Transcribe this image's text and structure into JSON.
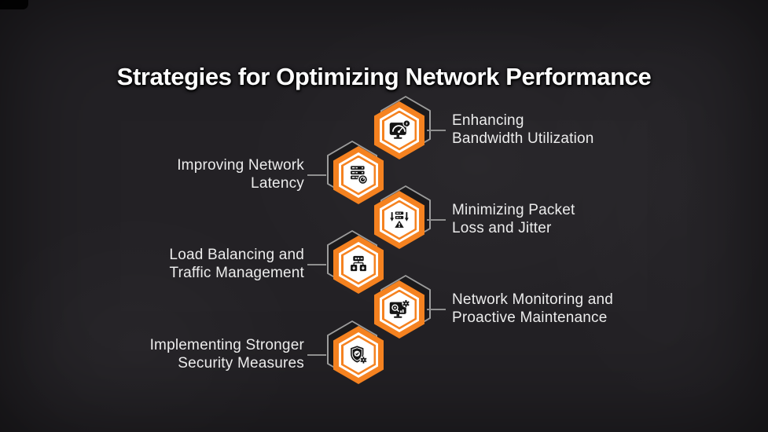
{
  "title": "Strategies for Optimizing Network Performance",
  "colors": {
    "accent": "#F58220",
    "background": "#232125",
    "outline": "#9C9C9C",
    "text": "#ECECEC",
    "icon_black": "#141414"
  },
  "items": [
    {
      "side": "right",
      "icon": "speedometer-monitor-icon",
      "label_line1": "Enhancing",
      "label_line2": "Bandwidth Utilization"
    },
    {
      "side": "left",
      "icon": "server-stack-gauge-icon",
      "label_line1": "Improving Network",
      "label_line2": "Latency"
    },
    {
      "side": "right",
      "icon": "packet-loss-warning-icon",
      "label_line1": "Minimizing Packet",
      "label_line2": "Loss and Jitter"
    },
    {
      "side": "left",
      "icon": "load-balancer-icon",
      "label_line1": "Load Balancing and",
      "label_line2": "Traffic Management"
    },
    {
      "side": "right",
      "icon": "monitor-search-gear-icon",
      "label_line1": "Network Monitoring and",
      "label_line2": "Proactive Maintenance"
    },
    {
      "side": "left",
      "icon": "shield-check-gear-icon",
      "label_line1": "Implementing Stronger",
      "label_line2": "Security Measures"
    }
  ]
}
